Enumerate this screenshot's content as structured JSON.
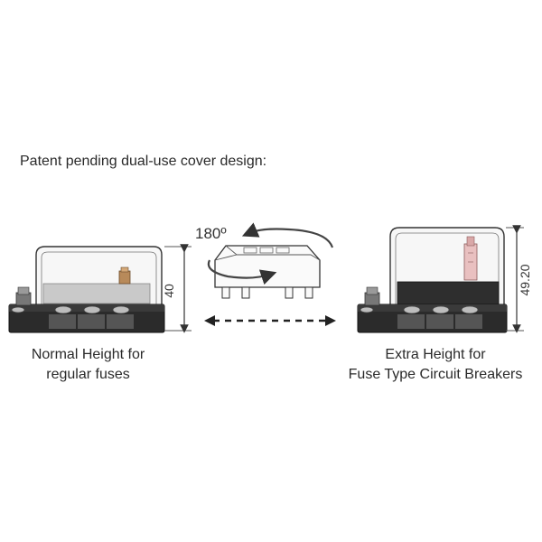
{
  "heading": "Patent pending dual-use cover design:",
  "rotation_label": "180º",
  "left_unit": {
    "height_label": "40",
    "caption_line1": "Normal Height for",
    "caption_line2": "regular fuses"
  },
  "right_unit": {
    "height_label": "49.20",
    "caption_line1": "Extra Height for",
    "caption_line2": "Fuse Type Circuit Breakers"
  },
  "icons": [
    "fuse-block-normal-icon",
    "cover-rotate-icon",
    "double-arrow-icon",
    "fuse-block-extra-icon"
  ]
}
